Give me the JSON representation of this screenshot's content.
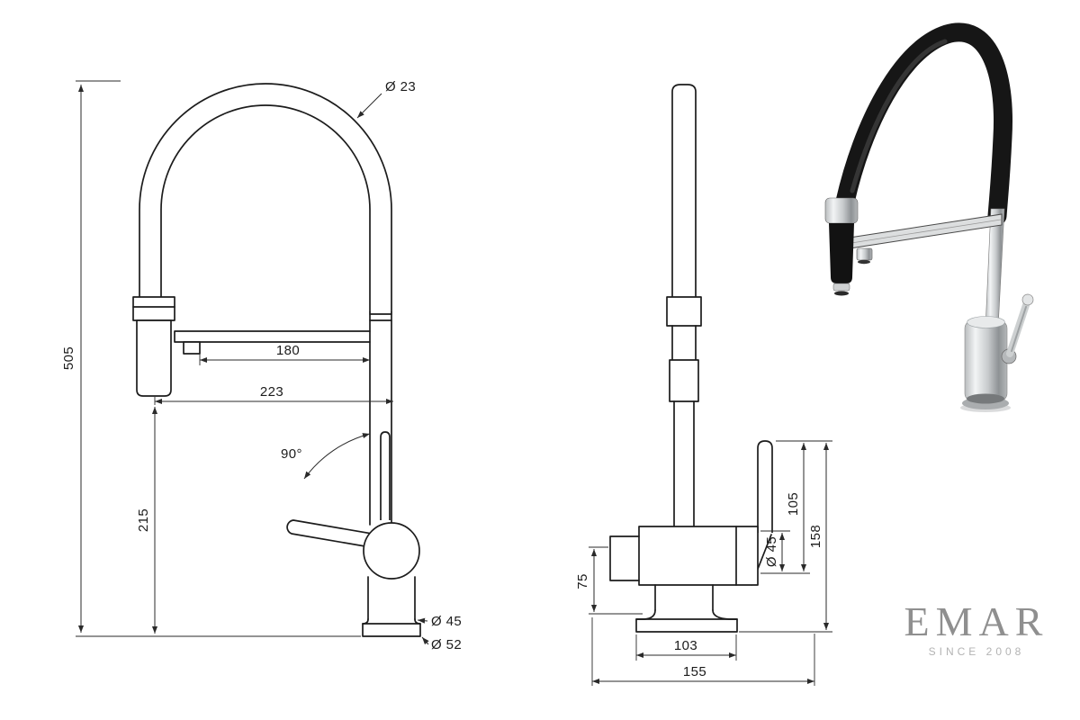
{
  "page": {
    "background": "#ffffff",
    "line_color": "#1c1c1c"
  },
  "logo": {
    "name": "EMAR",
    "tagline": "SINCE 2008"
  },
  "front_view": {
    "hose_diameter": "Ø 23",
    "total_height": "505",
    "spout_reach": "180",
    "overall_reach": "223",
    "handle_rotation": "90°",
    "spout_height": "215",
    "body_diameter": "Ø 45",
    "base_diameter": "Ø 52"
  },
  "side_view": {
    "outlet_height": "75",
    "handle_height": "105",
    "body_diameter": "Ø 45",
    "upper_height": "158",
    "base_width": "103",
    "overall_depth": "155"
  }
}
